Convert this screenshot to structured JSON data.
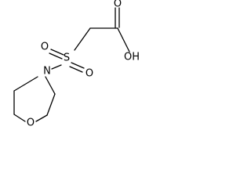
{
  "molecule": {
    "atoms": {
      "oxygen_carbonyl": "O",
      "oxygen_hydroxyl": "OH",
      "sulfur": "S",
      "oxygen_sulfonyl_top": "O",
      "oxygen_sulfonyl_right": "O",
      "nitrogen": "N",
      "oxygen_ring": "O"
    }
  },
  "colors": {
    "ink": "#000000",
    "background": "#ffffff"
  }
}
